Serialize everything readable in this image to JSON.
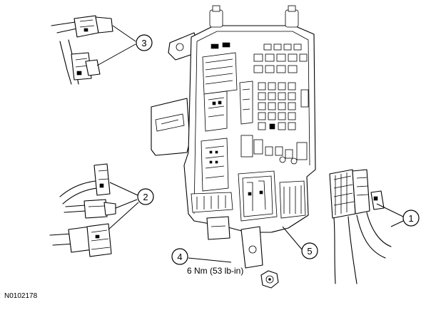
{
  "callouts": [
    {
      "id": "1",
      "label": "1"
    },
    {
      "id": "2",
      "label": "2"
    },
    {
      "id": "3",
      "label": "3"
    },
    {
      "id": "4",
      "label": "4"
    },
    {
      "id": "5",
      "label": "5"
    }
  ],
  "torque_spec": "6 Nm (53 lb-in)",
  "figure_id": "N0102178"
}
